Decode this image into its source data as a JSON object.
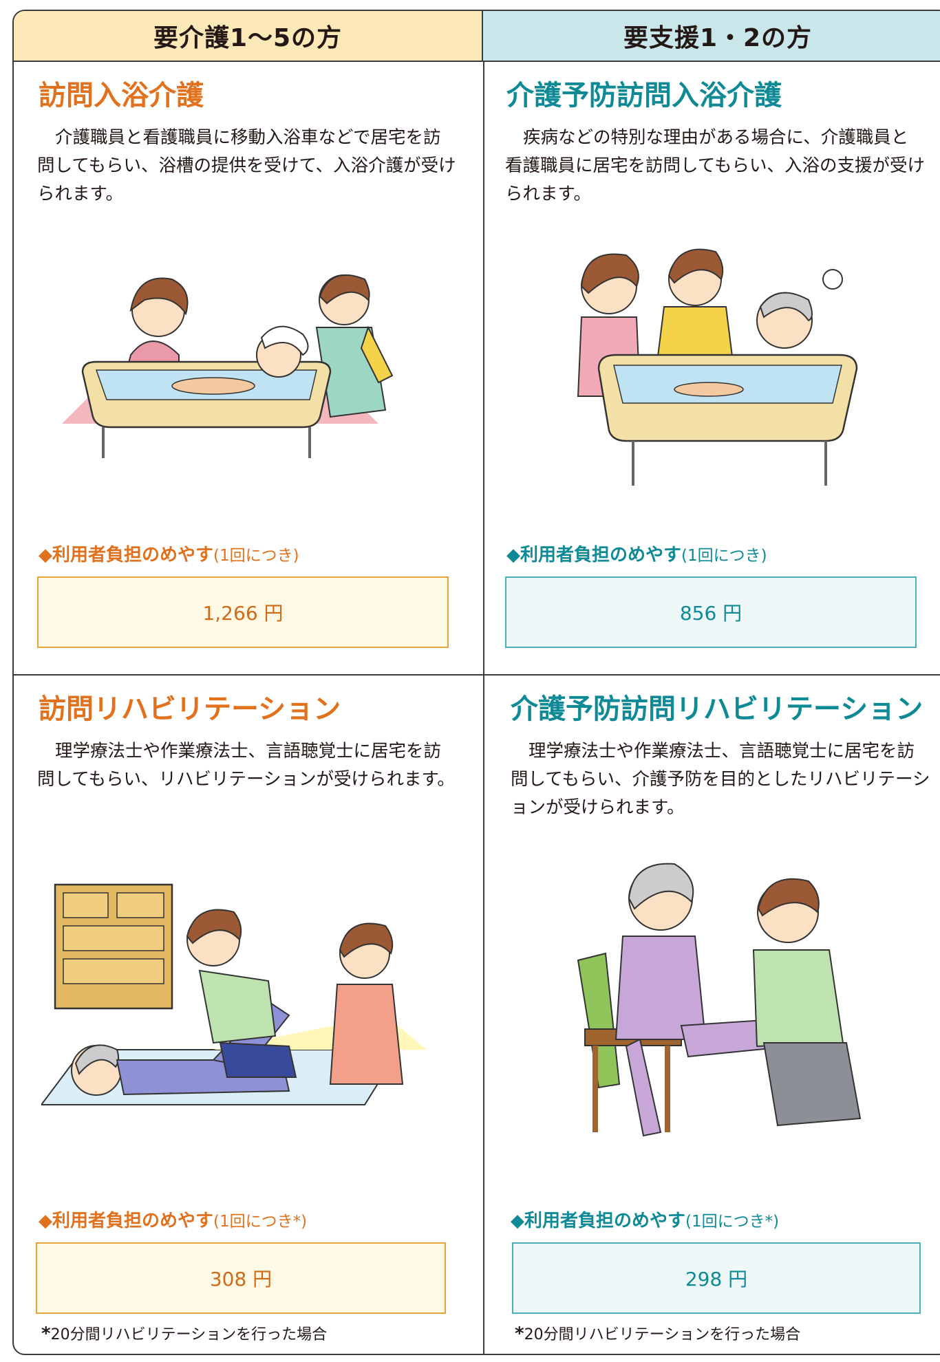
{
  "headers": {
    "left": "要介護1〜5の方",
    "right": "要支援1・2の方"
  },
  "sections": [
    {
      "title": "訪問入浴介護",
      "description": "介護職員と看護職員に移動入浴車などで居宅を訪問してもらい、浴槽の提供を受けて、入浴介護が受けられます。",
      "illustration": "bathing-care-illustration",
      "meyasu_label": "◆利用者負担のめやす",
      "meyasu_sub": "(1回につき)",
      "price": "1,266 円",
      "note": ""
    },
    {
      "title": "介護予防訪問入浴介護",
      "description": "疾病などの特別な理由がある場合に、介護職員と看護職員に居宅を訪問してもらい、入浴の支援が受けられます。",
      "illustration": "preventive-bathing-illustration",
      "meyasu_label": "◆利用者負担のめやす",
      "meyasu_sub": "(1回につき)",
      "price": "856 円",
      "note": ""
    },
    {
      "title": "訪問リハビリテーション",
      "description": "理学療法士や作業療法士、言語聴覚士に居宅を訪問してもらい、リハビリテーションが受けられます。",
      "illustration": "home-rehab-illustration",
      "meyasu_label": "◆利用者負担のめやす",
      "meyasu_sub": "(1回につき*)",
      "price": "308 円",
      "note_mark": "*",
      "note": "20分間リハビリテーションを行った場合"
    },
    {
      "title": "介護予防訪問リハビリテーション",
      "description": "理学療法士や作業療法士、言語聴覚士に居宅を訪問してもらい、介護予防を目的としたリハビリテーションが受けられます。",
      "illustration": "preventive-rehab-illustration",
      "meyasu_label": "◆利用者負担のめやす",
      "meyasu_sub": "(1回につき*)",
      "price": "298 円",
      "note_mark": "*",
      "note": "20分間リハビリテーションを行った場合"
    }
  ],
  "colors": {
    "orange": "#e2711d",
    "teal": "#0e8a96",
    "header_left_bg": "#fde8b8",
    "header_right_bg": "#c9e7ea"
  }
}
